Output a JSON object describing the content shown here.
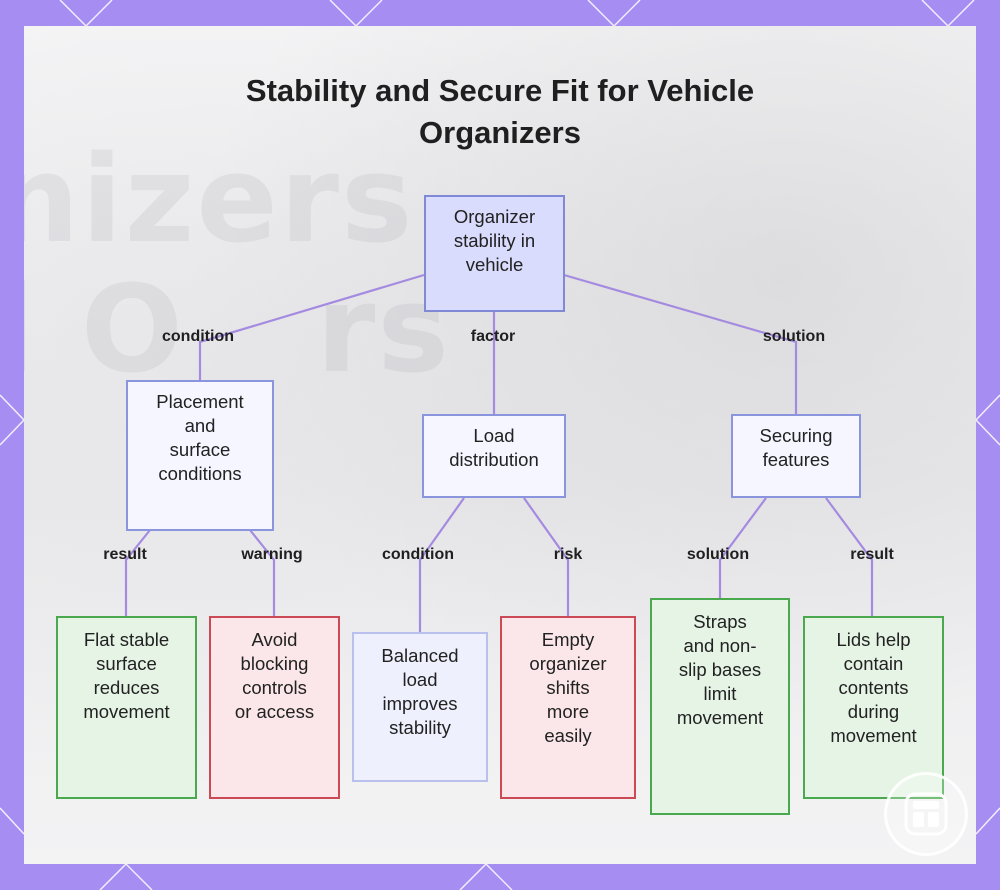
{
  "title": {
    "line1": "Stability and Secure Fit for Vehicle",
    "line2": "Organizers"
  },
  "background_watermark": "nizers\nl O   rs",
  "colors": {
    "frame": "#a58df2",
    "panel": "#f4f4f5",
    "edge": "#a58be0",
    "blue_border": "#8a95de",
    "green_border": "#4aa84f",
    "red_border": "#cc4a55"
  },
  "nodes": {
    "root": [
      "Organizer",
      "stability in",
      "vehicle"
    ],
    "placement": [
      "Placement",
      "and",
      "surface",
      "conditions"
    ],
    "load": [
      "Load",
      "distribution"
    ],
    "securing": [
      "Securing",
      "features"
    ],
    "flat": [
      "Flat stable",
      "surface",
      "reduces",
      "movement"
    ],
    "avoid": [
      "Avoid",
      "blocking",
      "controls",
      "or access"
    ],
    "balanced": [
      "Balanced",
      "load",
      "improves",
      "stability"
    ],
    "empty": [
      "Empty",
      "organizer",
      "shifts",
      "more",
      "easily"
    ],
    "straps": [
      "Straps",
      "and non-",
      "slip bases",
      "limit",
      "movement"
    ],
    "lids": [
      "Lids help",
      "contain",
      "contents",
      "during",
      "movement"
    ]
  },
  "edge_labels": {
    "root_placement": "condition",
    "root_load": "factor",
    "root_securing": "solution",
    "placement_flat": "result",
    "placement_avoid": "warning",
    "load_balanced": "condition",
    "load_empty": "risk",
    "securing_straps": "solution",
    "securing_lids": "result"
  },
  "icons": {
    "badge": "grid-app-icon"
  }
}
